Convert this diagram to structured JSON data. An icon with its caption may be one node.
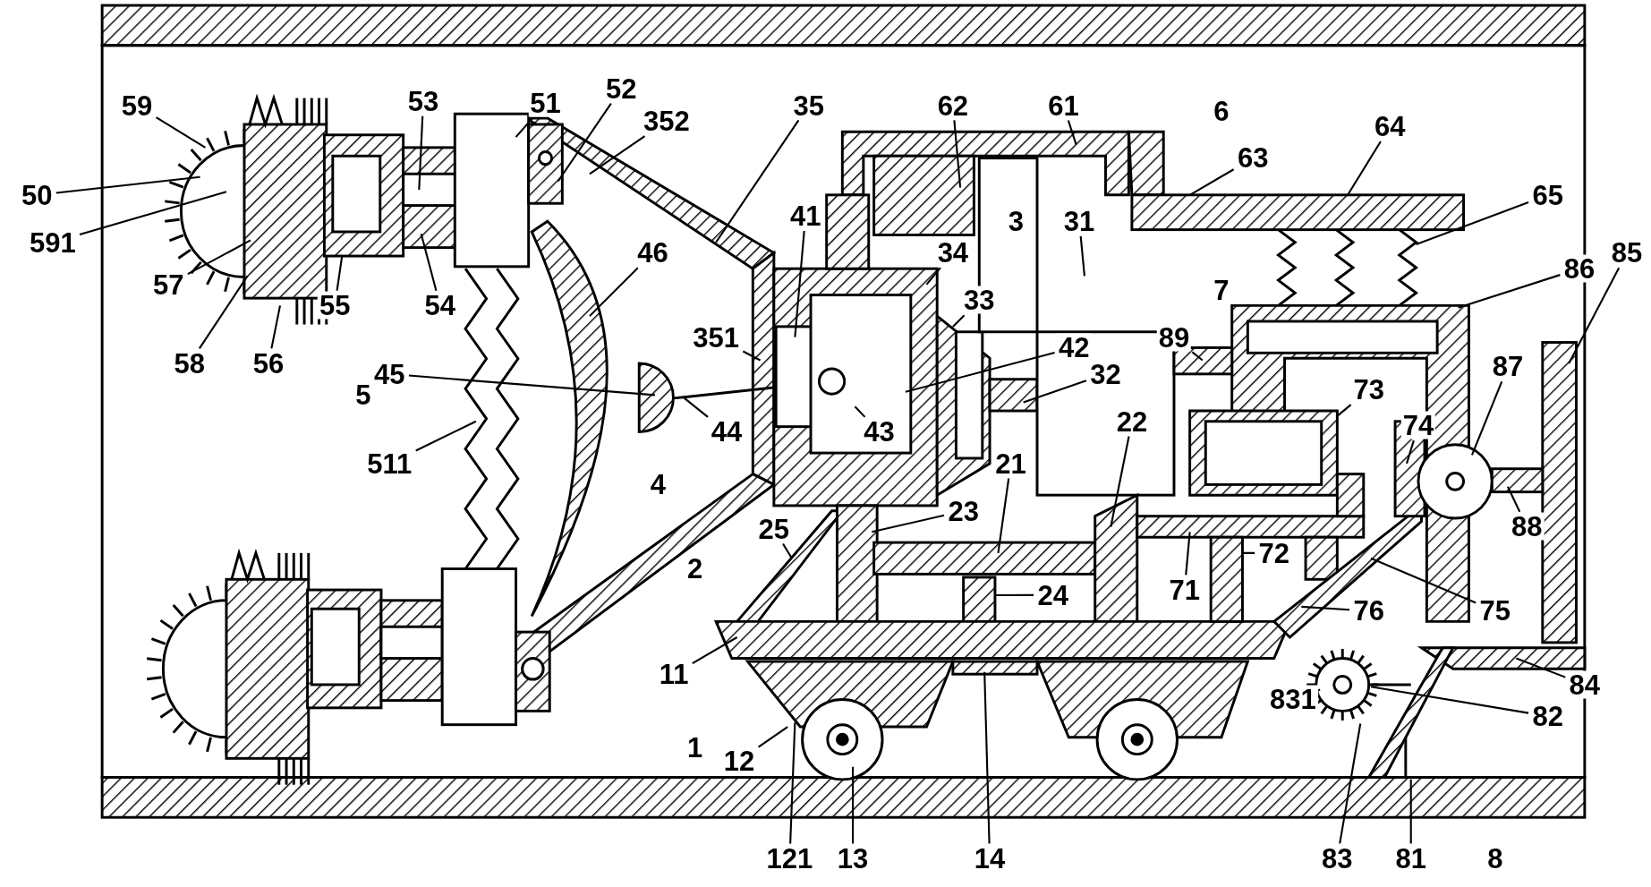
{
  "diagram": {
    "nodes": [
      {
        "text": [
          "59"
        ]
      },
      {
        "text": [
          "51"
        ]
      },
      {
        "text": [
          "52"
        ]
      },
      {
        "text": [
          "53"
        ]
      },
      {
        "text": [
          "35"
        ]
      },
      {
        "text": [
          "62"
        ]
      },
      {
        "text": [
          "61"
        ]
      },
      {
        "text": [
          "352"
        ]
      },
      {
        "text": [
          "63"
        ]
      },
      {
        "text": [
          "64"
        ]
      },
      {
        "text": [
          "50"
        ]
      },
      {
        "text": [
          "65"
        ]
      },
      {
        "text": [
          "41"
        ]
      },
      {
        "text": [
          "31"
        ]
      },
      {
        "text": [
          "591"
        ]
      },
      {
        "text": [
          "46"
        ]
      },
      {
        "text": [
          "34"
        ]
      },
      {
        "text": [
          "86"
        ]
      },
      {
        "text": [
          "85"
        ]
      },
      {
        "text": [
          "57"
        ]
      },
      {
        "text": [
          "55"
        ]
      },
      {
        "text": [
          "54"
        ]
      },
      {
        "text": [
          "33"
        ]
      },
      {
        "text": [
          "89"
        ]
      },
      {
        "text": [
          "351"
        ]
      },
      {
        "text": [
          "42"
        ]
      },
      {
        "text": [
          "58"
        ]
      },
      {
        "text": [
          "56"
        ]
      },
      {
        "text": [
          "87"
        ]
      },
      {
        "text": [
          "45"
        ]
      },
      {
        "text": [
          "32"
        ]
      },
      {
        "text": [
          "73"
        ]
      },
      {
        "text": [
          "74"
        ]
      },
      {
        "text": [
          "22"
        ]
      },
      {
        "text": [
          "43"
        ]
      },
      {
        "text": [
          "44"
        ]
      },
      {
        "text": [
          "511"
        ]
      },
      {
        "text": [
          "21"
        ]
      },
      {
        "text": [
          "23"
        ]
      },
      {
        "text": [
          "25"
        ]
      },
      {
        "text": [
          "88"
        ]
      },
      {
        "text": [
          "71"
        ]
      },
      {
        "text": [
          "72"
        ]
      },
      {
        "text": [
          "24"
        ]
      },
      {
        "text": [
          "76"
        ]
      },
      {
        "text": [
          "75"
        ]
      },
      {
        "text": [
          "11"
        ]
      },
      {
        "text": [
          "831"
        ]
      },
      {
        "text": [
          "84"
        ]
      },
      {
        "text": [
          "82"
        ]
      },
      {
        "text": [
          "12"
        ]
      },
      {
        "text": [
          "121"
        ]
      },
      {
        "text": [
          "13"
        ]
      },
      {
        "text": [
          "14"
        ]
      },
      {
        "text": [
          "83"
        ]
      },
      {
        "text": [
          "81"
        ]
      }
    ],
    "edges": [
      {
        "from": 0,
        "to": null,
        "arrow": "none"
      },
      {
        "from": 1,
        "to": null,
        "arrow": "none"
      },
      {
        "from": 2,
        "to": null,
        "arrow": "none"
      },
      {
        "from": 3,
        "to": null,
        "arrow": "none"
      },
      {
        "from": 4,
        "to": null,
        "arrow": "none"
      },
      {
        "from": 5,
        "to": null,
        "arrow": "none"
      },
      {
        "from": 6,
        "to": null,
        "arrow": "none"
      },
      {
        "from": 7,
        "to": null,
        "arrow": "none"
      },
      {
        "from": 8,
        "to": null,
        "arrow": "none"
      },
      {
        "from": 9,
        "to": null,
        "arrow": "none"
      },
      {
        "from": 10,
        "to": null,
        "arrow": "none"
      },
      {
        "from": 11,
        "to": null,
        "arrow": "none"
      },
      {
        "from": 12,
        "to": null,
        "arrow": "none"
      },
      {
        "from": 13,
        "to": null,
        "arrow": "none"
      },
      {
        "from": 14,
        "to": null,
        "arrow": "none"
      },
      {
        "from": 15,
        "to": null,
        "arrow": "none"
      },
      {
        "from": 16,
        "to": null,
        "arrow": "none"
      },
      {
        "from": 17,
        "to": null,
        "arrow": "none"
      },
      {
        "from": 18,
        "to": null,
        "arrow": "none"
      },
      {
        "from": 19,
        "to": null,
        "arrow": "none"
      },
      {
        "from": 20,
        "to": null,
        "arrow": "none"
      },
      {
        "from": 21,
        "to": null,
        "arrow": "none"
      },
      {
        "from": 22,
        "to": null,
        "arrow": "none"
      },
      {
        "from": 23,
        "to": null,
        "arrow": "none"
      },
      {
        "from": 24,
        "to": null,
        "arrow": "none"
      },
      {
        "from": 25,
        "to": null,
        "arrow": "none"
      },
      {
        "from": 26,
        "to": null,
        "arrow": "none"
      },
      {
        "from": 27,
        "to": null,
        "arrow": "none"
      },
      {
        "from": 28,
        "to": null,
        "arrow": "none"
      },
      {
        "from": 29,
        "to": null,
        "arrow": "none"
      },
      {
        "from": 30,
        "to": null,
        "arrow": "none"
      },
      {
        "from": 31,
        "to": null,
        "arrow": "none"
      },
      {
        "from": 32,
        "to": null,
        "arrow": "none"
      },
      {
        "from": 33,
        "to": null,
        "arrow": "none"
      },
      {
        "from": 34,
        "to": null,
        "arrow": "none"
      },
      {
        "from": 35,
        "to": null,
        "arrow": "none"
      },
      {
        "from": 36,
        "to": null,
        "arrow": "none"
      },
      {
        "from": 37,
        "to": null,
        "arrow": "none"
      },
      {
        "from": 38,
        "to": null,
        "arrow": "none"
      },
      {
        "from": 39,
        "to": null,
        "arrow": "none"
      },
      {
        "from": 40,
        "to": null,
        "arrow": "none"
      },
      {
        "from": 41,
        "to": null,
        "arrow": "none"
      },
      {
        "from": 42,
        "to": null,
        "arrow": "none"
      },
      {
        "from": 43,
        "to": null,
        "arrow": "none"
      },
      {
        "from": 44,
        "to": null,
        "arrow": "none"
      },
      {
        "from": 45,
        "to": null,
        "arrow": "none"
      },
      {
        "from": 46,
        "to": null,
        "arrow": "none"
      },
      {
        "from": 47,
        "to": null,
        "arrow": "none"
      },
      {
        "from": 48,
        "to": null,
        "arrow": "none"
      },
      {
        "from": 49,
        "to": null,
        "arrow": "none"
      },
      {
        "from": 50,
        "to": null,
        "arrow": "none"
      },
      {
        "from": 51,
        "to": null,
        "arrow": "none"
      },
      {
        "from": 52,
        "to": null,
        "arrow": "none"
      },
      {
        "from": 53,
        "to": null,
        "arrow": "none"
      },
      {
        "from": 54,
        "to": null,
        "arrow": "none"
      },
      {
        "from": 55,
        "to": null,
        "arrow": "none"
      }
    ],
    "labels": [
      "6",
      "3",
      "7",
      "5",
      "4",
      "2",
      "1",
      "8"
    ]
  }
}
